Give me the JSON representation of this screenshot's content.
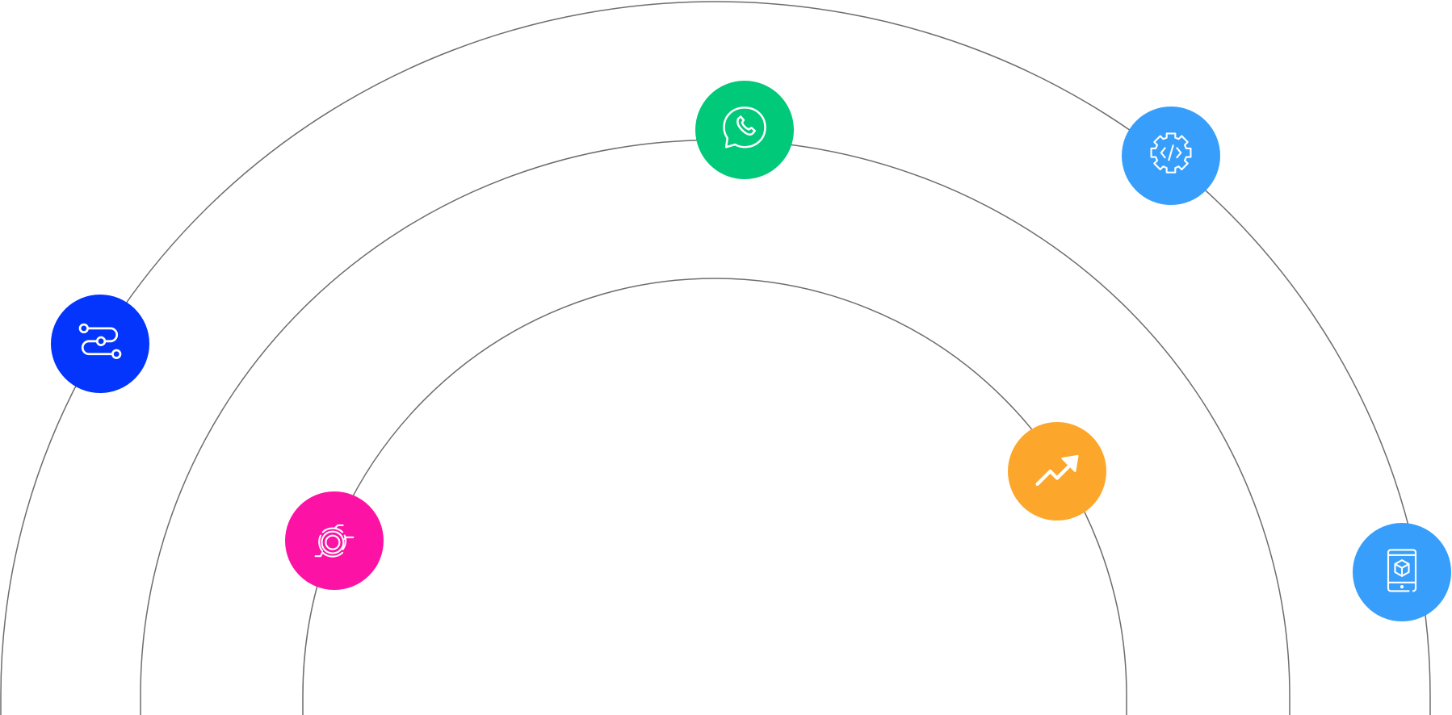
{
  "orbits": [
    {
      "name": "outer-orbit"
    },
    {
      "name": "middle-orbit"
    },
    {
      "name": "inner-orbit"
    }
  ],
  "nodes": [
    {
      "name": "whatsapp-node",
      "icon": "whatsapp-icon",
      "color": "#00c97a"
    },
    {
      "name": "code-settings-node",
      "icon": "code-gear-icon",
      "color": "#379ffb"
    },
    {
      "name": "workflow-node",
      "icon": "workflow-route-icon",
      "color": "#0335fc"
    },
    {
      "name": "integration-node",
      "icon": "sync-plug-icon",
      "color": "#fc12a5"
    },
    {
      "name": "growth-node",
      "icon": "trending-up-icon",
      "color": "#fca72b"
    },
    {
      "name": "mobile-app-node",
      "icon": "mobile-box-icon",
      "color": "#379ffb"
    }
  ],
  "styles": {
    "orbit_color": "#6d6d6d",
    "icon_color": "#ffffff"
  }
}
